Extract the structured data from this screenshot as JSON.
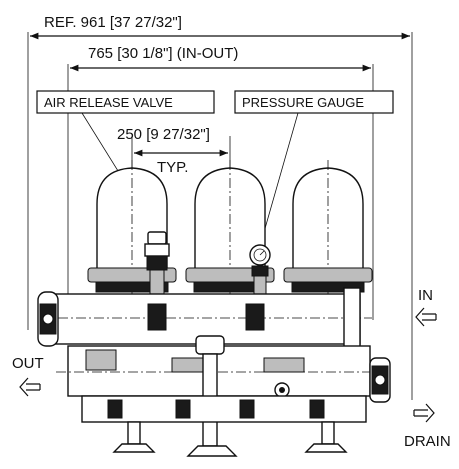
{
  "dimensions": {
    "overall": "REF. 961 [37 27/32\"]",
    "in_out": "765 [30 1/8\"] (IN-OUT)",
    "spacing": "250 [9 27/32\"]",
    "spacing_note": "TYP."
  },
  "callouts": {
    "air_release_valve": "AIR RELEASE VALVE",
    "pressure_gauge": "PRESSURE GAUGE"
  },
  "ports": {
    "in": "IN",
    "out": "OUT",
    "drain": "DRAIN"
  }
}
